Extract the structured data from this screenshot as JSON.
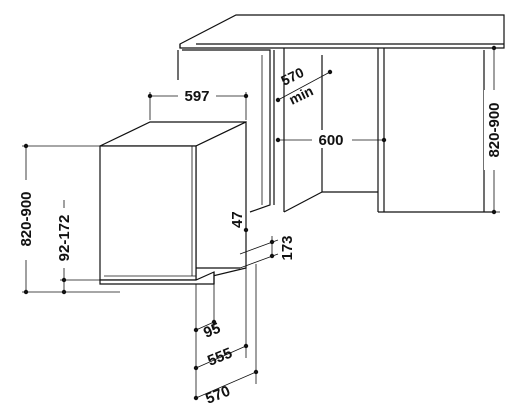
{
  "dimensions": {
    "width_597": "597",
    "depth_570_min_value": "570",
    "depth_570_min_suffix": "min",
    "niche_600": "600",
    "niche_height": "820-900",
    "appliance_height": "820-900",
    "plinth_92_172": "92-172",
    "dim_47": "47",
    "dim_173": "173",
    "dim_95": "95",
    "dim_555": "555",
    "dim_570": "570"
  }
}
